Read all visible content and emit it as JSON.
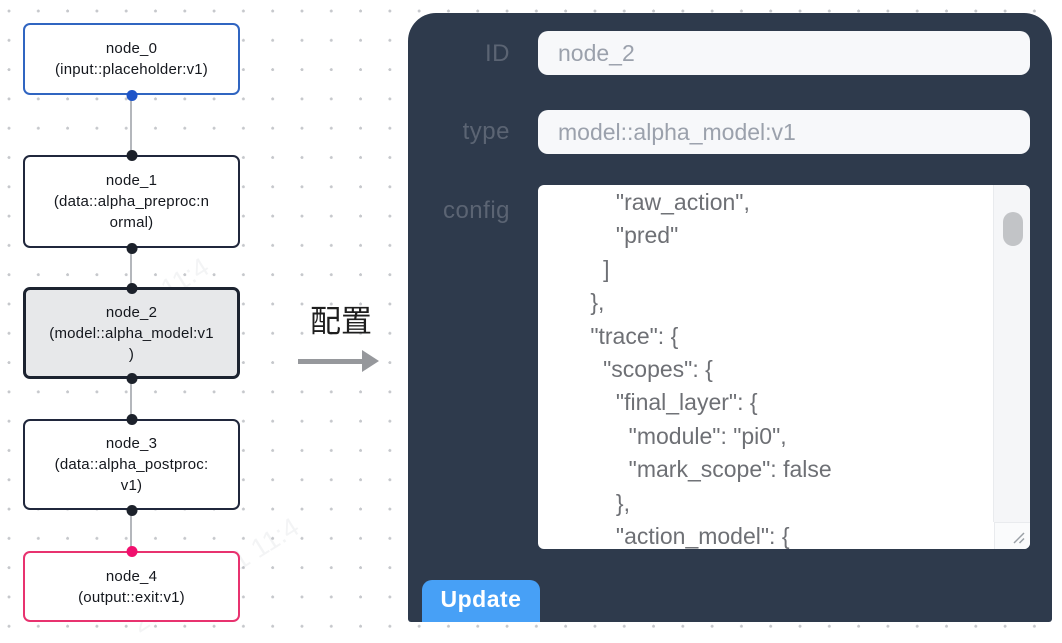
{
  "canvas": {
    "nodes": [
      {
        "id": "node_0",
        "label": "node_0\n(input::placeholder:v1)",
        "category": "input",
        "border_color": "#3065c1",
        "port_color": "#1f55c8",
        "selected": false
      },
      {
        "id": "node_1",
        "label": "node_1\n(data::alpha_preproc:n\normal)",
        "category": "process",
        "border_color": "#20273c",
        "port_color": "#1c212b",
        "selected": false
      },
      {
        "id": "node_2",
        "label": "node_2\n(model::alpha_model:v1\n)",
        "category": "process",
        "border_color": "#1c2330",
        "port_color": "#1c212b",
        "selected": true
      },
      {
        "id": "node_3",
        "label": "node_3\n(data::alpha_postproc:\nv1)",
        "category": "process",
        "border_color": "#20273c",
        "port_color": "#1c212b",
        "selected": false
      },
      {
        "id": "node_4",
        "label": "node_4\n(output::exit:v1)",
        "category": "output",
        "border_color": "#e8326f",
        "port_color": "#f1106e",
        "selected": false
      }
    ],
    "edges": [
      [
        "node_0",
        "node_1"
      ],
      [
        "node_1",
        "node_2"
      ],
      [
        "node_2",
        "node_3"
      ],
      [
        "node_3",
        "node_4"
      ]
    ]
  },
  "transition": {
    "label": "配置"
  },
  "panel": {
    "id_label": "ID",
    "id_value": "node_2",
    "type_label": "type",
    "type_value": "model::alpha_model:v1",
    "config_label": "config",
    "config_value": "          \"raw_action\",\n          \"pred\"\n        ]\n      },\n      \"trace\": {\n        \"scopes\": {\n          \"final_layer\": {\n            \"module\": \"pi0\",\n            \"mark_scope\": false\n          },\n          \"action_model\": {",
    "update_label": "Update"
  },
  "colors": {
    "panel_background": "#2e3a4c",
    "accent_button": "#47a0f6",
    "input_node_border": "#3065c1",
    "output_node_border": "#e8326f",
    "default_node_border": "#20273c",
    "selected_node_background": "#e7e8ea",
    "edge_line": "#b4b7bc",
    "field_background": "#f7f8fa"
  },
  "watermark": {
    "text": "2025/04/11 11:4"
  }
}
